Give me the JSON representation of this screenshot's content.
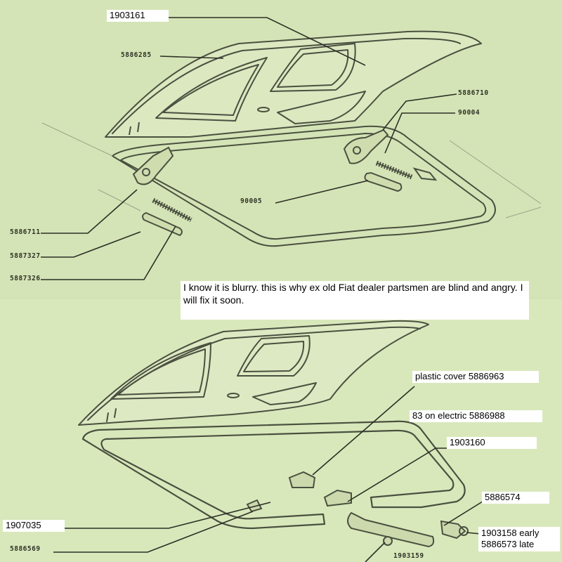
{
  "diagram": {
    "colors": {
      "background": "#d7e6b9",
      "line": "#4a5040",
      "label_box": "#ffffff"
    },
    "top_labels": {
      "p1903161": "1903161",
      "p5886285": "5886285",
      "p5886710": "5886710",
      "p90004": "90004",
      "p90005": "90005",
      "p5886711": "5886711",
      "p5887327": "5887327",
      "p5887326": "5887326"
    },
    "note": "I know it is blurry. this is why ex old Fiat dealer partsmen are blind and angry. I will fix it soon.",
    "bottom_labels": {
      "plastic_cover": "plastic cover 5886963",
      "electric": "83 on electric 5886988",
      "p1903160": "1903160",
      "p5886574": "5886574",
      "early_late_line1": "1903158 early",
      "early_late_line2": "5886573 late",
      "p1907035": "1907035",
      "p5886569": "5886569",
      "p1903159": "1903159"
    }
  }
}
